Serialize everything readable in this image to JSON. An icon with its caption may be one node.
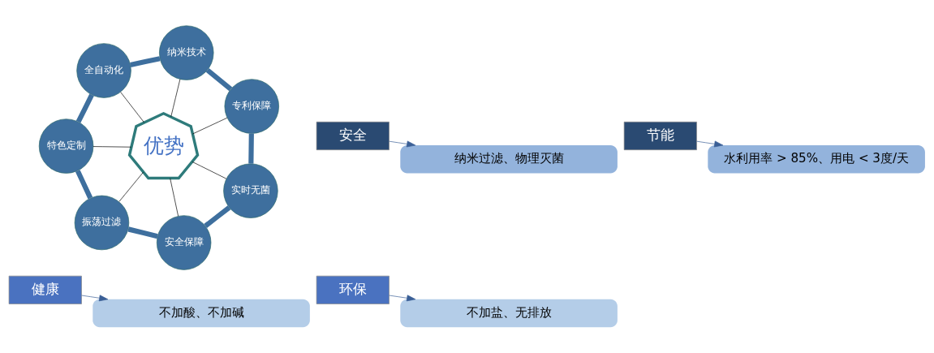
{
  "diagram": {
    "nodes": [
      {
        "text": [
          "优势"
        ]
      },
      {
        "text": [
          "实时无菌"
        ]
      },
      {
        "text": [
          "专利保障"
        ]
      },
      {
        "text": [
          "纳米技术"
        ]
      },
      {
        "text": [
          "全自动化"
        ]
      },
      {
        "text": [
          "特色定制"
        ]
      },
      {
        "text": [
          "振荡过滤"
        ]
      },
      {
        "text": [
          "安全保障"
        ]
      },
      {
        "text": [
          "健康"
        ]
      },
      {
        "text": [
          "不加酸、不加碱"
        ]
      },
      {
        "text": [
          "安全"
        ]
      },
      {
        "text": [
          "纳米过滤、物理灭菌"
        ]
      },
      {
        "text": [
          "环保"
        ]
      },
      {
        "text": [
          "不加盐、无排放"
        ]
      },
      {
        "text": [
          "节能"
        ]
      },
      {
        "text": [
          "水利用率 > 85%、用电 < 3度/天"
        ]
      }
    ],
    "edges": [
      {
        "from": 0,
        "to": 1,
        "arrow": "none"
      },
      {
        "from": 0,
        "to": 2,
        "arrow": "none"
      },
      {
        "from": 0,
        "to": 3,
        "arrow": "none"
      },
      {
        "from": 0,
        "to": 4,
        "arrow": "none"
      },
      {
        "from": 0,
        "to": 5,
        "arrow": "none"
      },
      {
        "from": 0,
        "to": 6,
        "arrow": "none"
      },
      {
        "from": 0,
        "to": 7,
        "arrow": "none"
      },
      {
        "from": 1,
        "to": 2,
        "arrow": "none",
        "style": "thick",
        "color": "#3e6f9e"
      },
      {
        "from": 2,
        "to": 3,
        "arrow": "none",
        "style": "thick",
        "color": "#3e6f9e"
      },
      {
        "from": 3,
        "to": 4,
        "arrow": "none",
        "style": "thick",
        "color": "#3e6f9e"
      },
      {
        "from": 4,
        "to": 5,
        "arrow": "none",
        "style": "thick",
        "color": "#3e6f9e"
      },
      {
        "from": 5,
        "to": 6,
        "arrow": "none",
        "style": "thick",
        "color": "#3e6f9e"
      },
      {
        "from": 6,
        "to": 7,
        "arrow": "none",
        "style": "thick",
        "color": "#3e6f9e"
      },
      {
        "from": 7,
        "to": 1,
        "arrow": "none",
        "style": "thick",
        "color": "#3e6f9e"
      },
      {
        "from": 8,
        "to": 9,
        "arrow": "to",
        "color": "#3a5f96"
      },
      {
        "from": 10,
        "to": 11,
        "arrow": "to",
        "color": "#3a5f96"
      },
      {
        "from": 12,
        "to": 13,
        "arrow": "to",
        "color": "#3a5f96"
      },
      {
        "from": 14,
        "to": 15,
        "arrow": "to",
        "color": "#3a5f96"
      }
    ]
  }
}
